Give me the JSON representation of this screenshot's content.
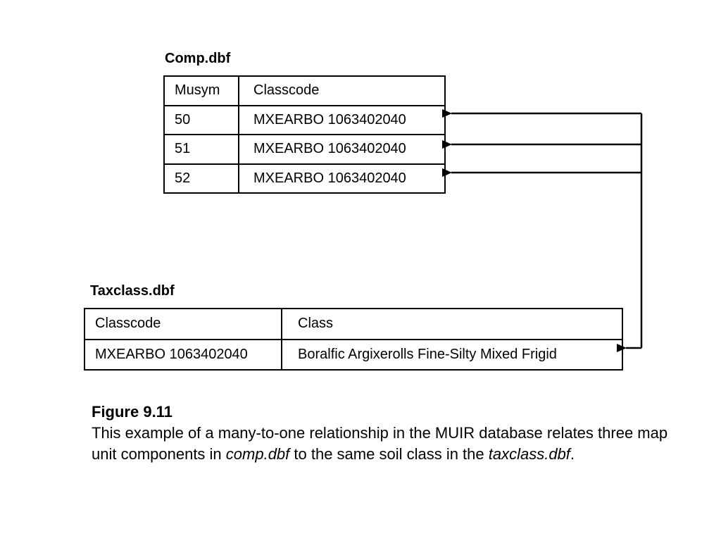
{
  "comp": {
    "title": "Comp.dbf",
    "headers": [
      "Musym",
      "Classcode"
    ],
    "rows": [
      [
        "50",
        "MXEARBO 1063402040"
      ],
      [
        "51",
        "MXEARBO 1063402040"
      ],
      [
        "52",
        "MXEARBO 1063402040"
      ]
    ]
  },
  "taxclass": {
    "title": "Taxclass.dbf",
    "headers": [
      "Classcode",
      "Class"
    ],
    "rows": [
      [
        "MXEARBO 1063402040",
        "Boralfic Argixerolls Fine-Silty Mixed Frigid"
      ]
    ]
  },
  "caption": {
    "figure_label": "Figure 9.11",
    "text_1": "This example of a many-to-one relationship in the MUIR database relates three map unit components in ",
    "em_1": "comp.dbf",
    "text_2": " to the same soil class in the ",
    "em_2": "taxclass.dbf",
    "text_3": "."
  }
}
